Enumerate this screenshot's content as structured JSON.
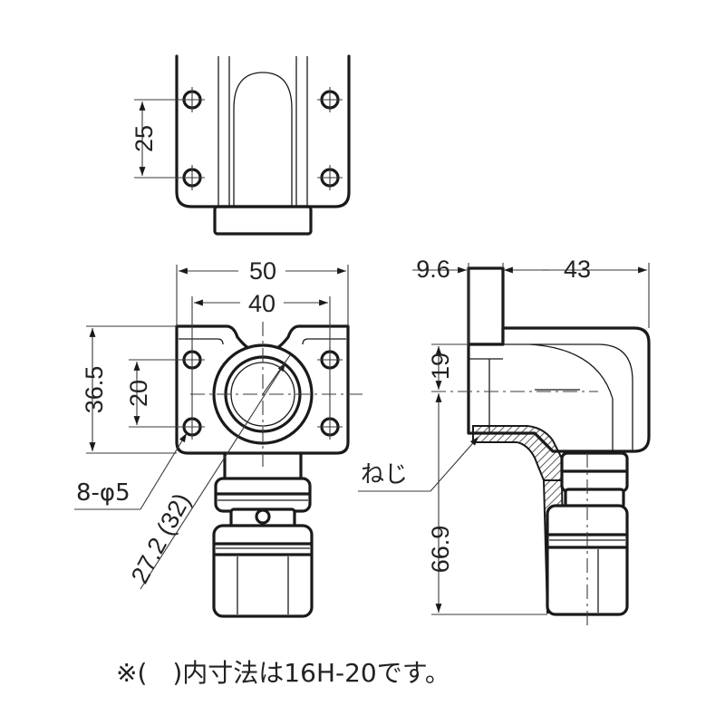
{
  "dimensions": {
    "top_hole_pitch": "25",
    "overall_width": "50",
    "hole_span": "40",
    "base_height": "36.5",
    "hole_pitch": "20",
    "holes": "8-φ5",
    "bore": "27.2 (32)",
    "side_offset": "9.6",
    "side_depth": "43",
    "side_upper": "19",
    "side_lower": "66.9"
  },
  "labels": {
    "thread": "ねじ"
  },
  "footnote": "※(　)内寸法は16H-20です。"
}
